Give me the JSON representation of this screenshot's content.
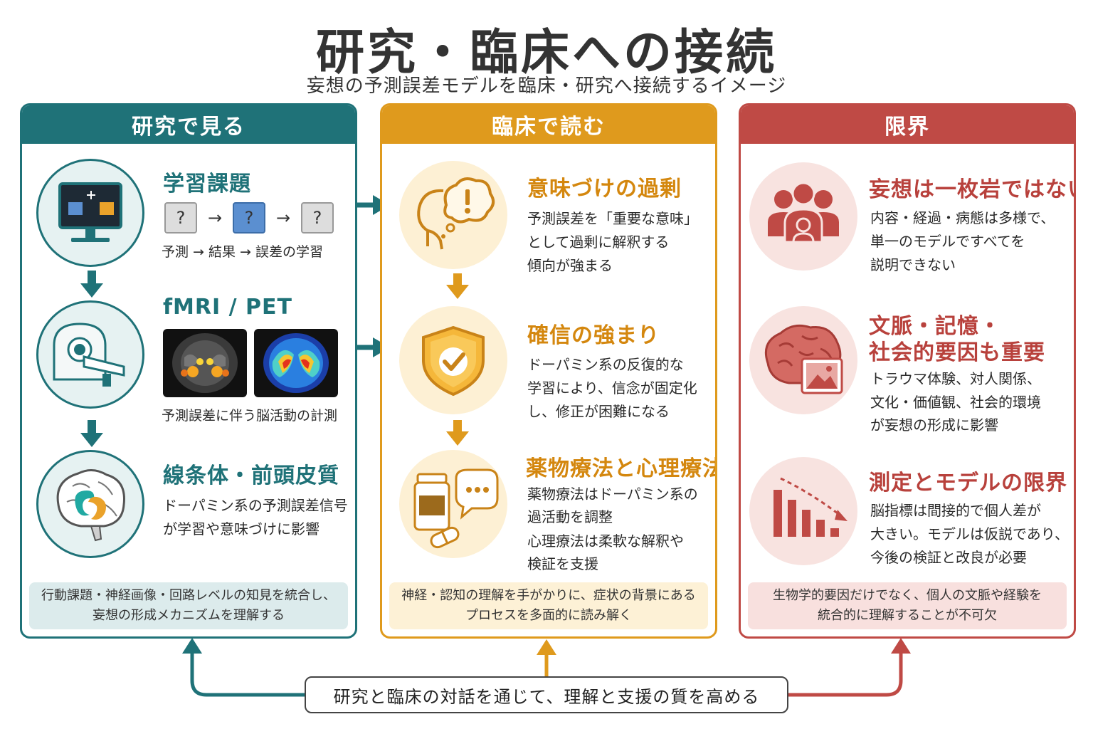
{
  "title": "研究・臨床への接続",
  "subtitle": "妄想の予測誤差モデルを臨床・研究へ接続するイメージ",
  "colors": {
    "research": "#1f7278",
    "clinic": "#df9a1d",
    "limit": "#bf4a45"
  },
  "research": {
    "header": "研究で見る",
    "items": [
      {
        "icon": "monitor-task-icon",
        "title": "学習課題",
        "seq": [
          "?",
          "?",
          "?"
        ],
        "caption": "予測 → 結果 → 誤差の学習"
      },
      {
        "icon": "mri-scanner-icon",
        "title": "fMRI / PET",
        "caption": "予測誤差に伴う脳活動の計測"
      },
      {
        "icon": "brain-striatum-icon",
        "title": "線条体・前頭皮質",
        "lines": [
          "ドーパミン系の予測誤差信号",
          "が学習や意味づけに影響"
        ]
      }
    ],
    "footer": [
      "行動課題・神経画像・回路レベルの知見を統合し、",
      "妄想の形成メカニズムを理解する"
    ]
  },
  "clinic": {
    "header": "臨床で読む",
    "items": [
      {
        "icon": "head-thought-icon",
        "title": "意味づけの過剰",
        "lines": [
          "予測誤差を「重要な意味」",
          "として過剰に解釈する",
          "傾向が強まる"
        ]
      },
      {
        "icon": "shield-check-icon",
        "title": "確信の強まり",
        "lines": [
          "ドーパミン系の反復的な",
          "学習により、信念が固定化",
          "し、修正が困難になる"
        ]
      },
      {
        "icon": "medicine-chat-icon",
        "title": "薬物療法と心理療法",
        "lines": [
          "薬物療法はドーパミン系の",
          "過活動を調整",
          "心理療法は柔軟な解釈や",
          "検証を支援"
        ]
      }
    ],
    "footer": [
      "神経・認知の理解を手がかりに、症状の背景にある",
      "プロセスを多面的に読み解く"
    ]
  },
  "limit": {
    "header": "限界",
    "items": [
      {
        "icon": "people-group-icon",
        "title": "妄想は一枚岩ではない",
        "lines": [
          "内容・経過・病態は多様で、",
          "単一のモデルですべてを",
          "説明できない"
        ]
      },
      {
        "icon": "brain-picture-icon",
        "title_lines": [
          "文脈・記憶・",
          "社会的要因も重要"
        ],
        "lines": [
          "トラウマ体験、対人関係、",
          "文化・価値観、社会的環境",
          "が妄想の形成に影響"
        ]
      },
      {
        "icon": "declining-chart-icon",
        "title": "測定とモデルの限界",
        "lines": [
          "脳指標は間接的で個人差が",
          "大きい。モデルは仮説であり、",
          "今後の検証と改良が必要"
        ]
      }
    ],
    "footer": [
      "生物学的要因だけでなく、個人の文脈や経験を",
      "統合的に理解することが不可欠"
    ]
  },
  "bottom": "研究と臨床の対話を通じて、理解と支援の質を高める"
}
